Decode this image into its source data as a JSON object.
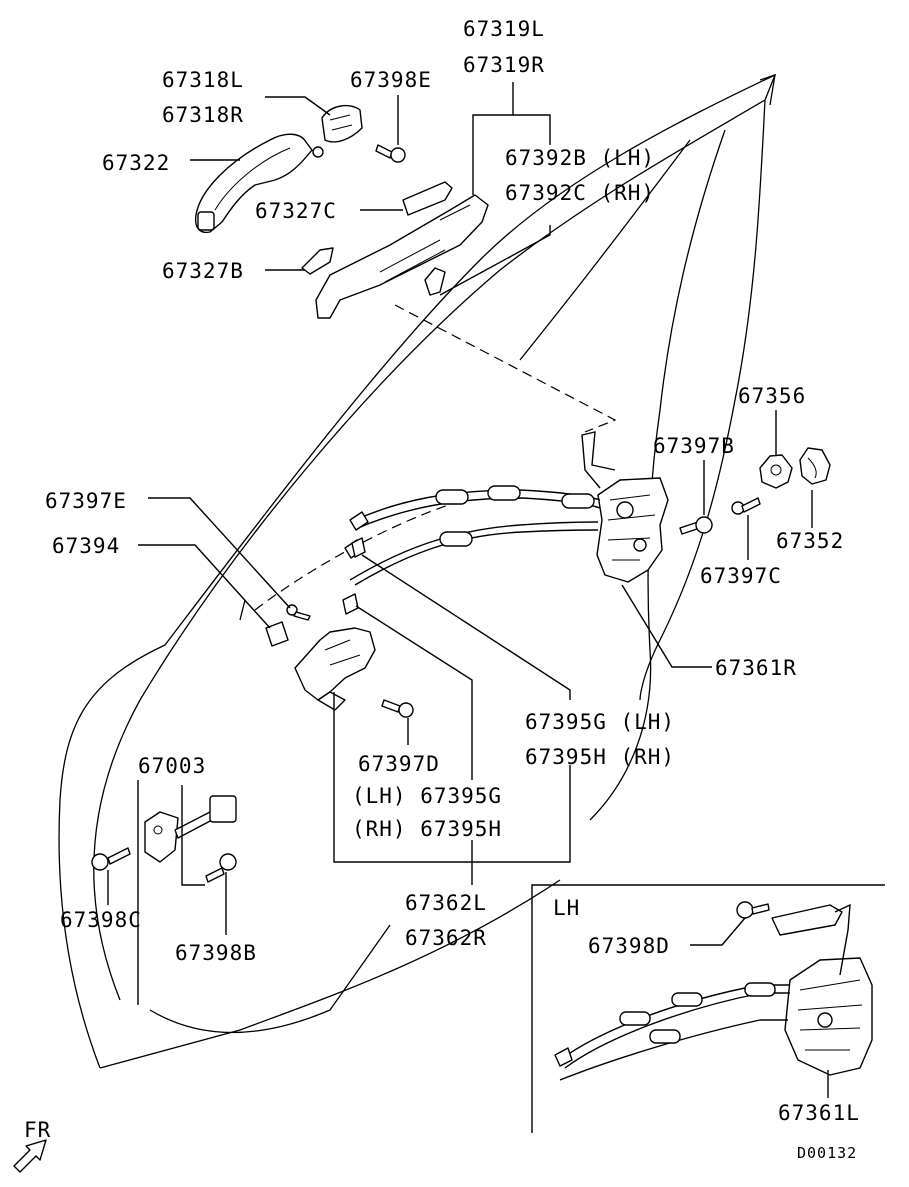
{
  "diagram": {
    "labels": {
      "p67319L": "67319L",
      "p67319R": "67319R",
      "p67318L": "67318L",
      "p67318R": "67318R",
      "p67398E": "67398E",
      "p67322": "67322",
      "p67392B": "67392B (LH)",
      "p67392C": "67392C (RH)",
      "p67327C": "67327C",
      "p67327B": "67327B",
      "p67356": "67356",
      "p67397B": "67397B",
      "p67397E": "67397E",
      "p67352": "67352",
      "p67394": "67394",
      "p67397C": "67397C",
      "p67361R": "67361R",
      "p67395G_LH": "67395G (LH)",
      "p67395H_RH": "67395H (RH)",
      "p67003": "67003",
      "p67397D": "67397D",
      "lh_67395G": "(LH) 67395G",
      "rh_67395H": "(RH) 67395H",
      "p67362L": "67362L",
      "p67362R": "67362R",
      "p67398C": "67398C",
      "p67398B": "67398B",
      "inset_title": "LH",
      "p67398D": "67398D",
      "p67361L": "67361L",
      "fr": "FR",
      "code": "D00132"
    }
  }
}
